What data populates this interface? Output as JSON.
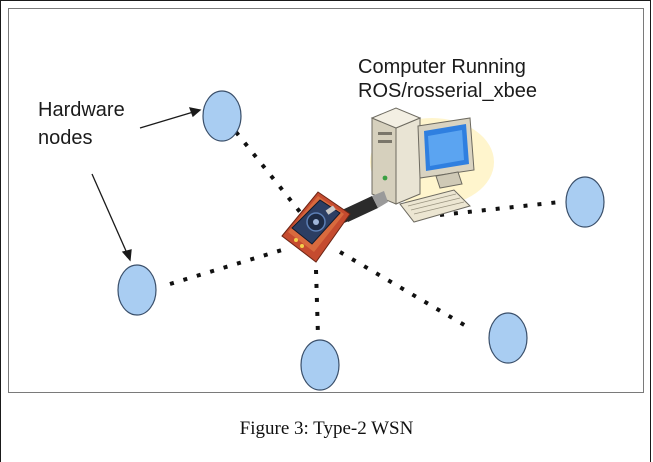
{
  "diagram": {
    "labels": {
      "hardware_nodes_line1": "Hardware",
      "hardware_nodes_line2": "nodes",
      "computer_line1": "Computer Running",
      "computer_line2": "ROS/rosserial_xbee"
    },
    "node_color": "#a9cdf2",
    "node_stroke": "#3a4f6a",
    "link_color": "#111111",
    "nodes": [
      {
        "id": "node-top-left"
      },
      {
        "id": "node-left"
      },
      {
        "id": "node-bottom"
      },
      {
        "id": "node-bottom-right"
      },
      {
        "id": "node-right"
      }
    ],
    "hub": "xbee-radio",
    "computer": "desktop-computer"
  },
  "caption": "Figure 3: Type-2 WSN"
}
